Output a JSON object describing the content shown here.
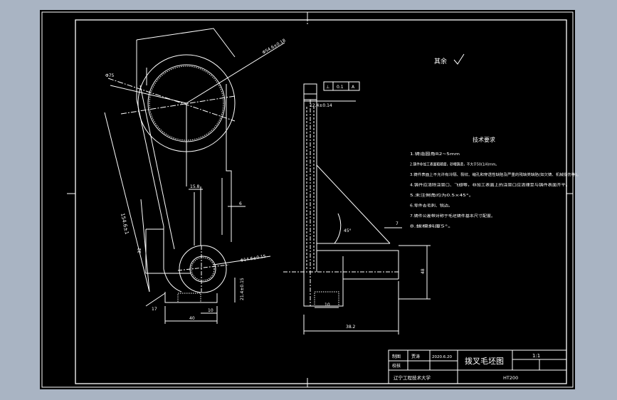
{
  "title_block": {
    "drawing_title": "拨叉毛坯图",
    "scale": "1:1",
    "drafter_label": "制图",
    "drafter_name": "贾涛",
    "date": "2020.6.20",
    "checker_label": "校核",
    "school": "辽宁工程技术大学",
    "material": "HT200"
  },
  "roughness_note": "其余",
  "tech_requirements": {
    "heading": "技术要求",
    "items": [
      "1.铸造圆角R2~5mm",
      "2.铸件非加工表面粗糙度，砂眼铸造，不大于50(1/4)mm。",
      "3.铸件表面上不允许有冷隔、裂纹、缩孔和穿透性缺陷及严重的残缺类缺陷(如欠铸、机械损伤等)。",
      "4.铸件应清除浇冒口、飞翅等，非加工表面上的浇冒口应清理至与铸件表面齐平。",
      "5.未注倒角均为0.5×45°。",
      "6.零件去毛刺、锐边。",
      "7.铸件公差带对称于毛坯铸件基本尺寸配置。",
      "8.拔模斜度5°。"
    ]
  },
  "dimensions": {
    "d_top_outer": "Φ75",
    "d_top_hole": "Φ54.6±0.18",
    "d_bottom_hole": "Φ14.6±0.15",
    "center_dist": "154.6±1",
    "web_width": "15.8",
    "lower_height": "32",
    "offset_6": "6",
    "boss_height": "21.4±0.15",
    "angle_17": "17",
    "bottom_40": "40",
    "bottom_10": "10",
    "side_width": "12.4±0.14",
    "tol_frame_sym": "⊥",
    "tol_frame_val": "0.1",
    "tol_frame_ref": "A",
    "angle_45": "45°",
    "right_7": "7",
    "boss_dia": "48",
    "side_10": "10",
    "overall_width": "38.2"
  }
}
